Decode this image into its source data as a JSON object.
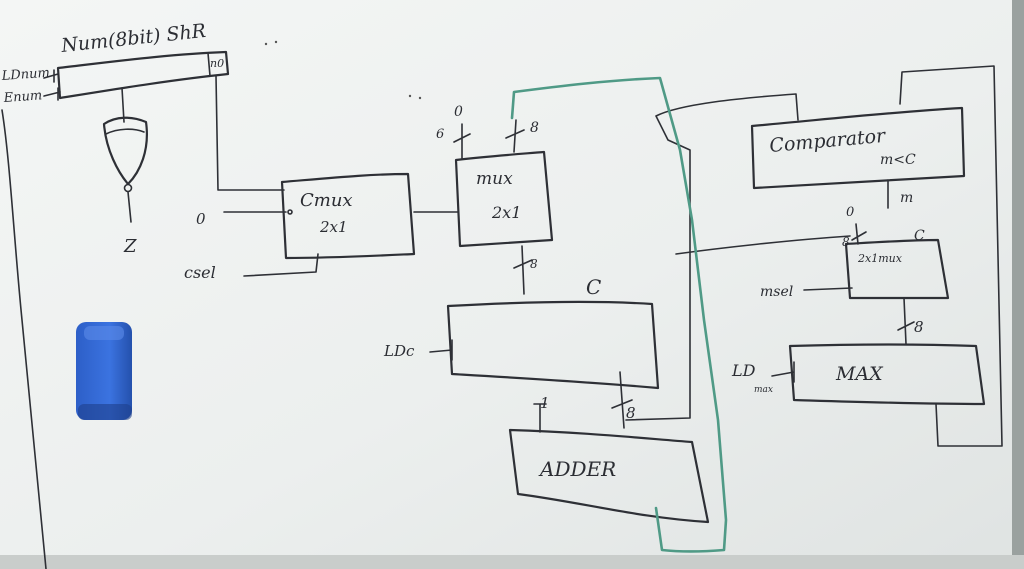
{
  "whiteboard": {
    "register_num_label": "Num(8bit) ShR",
    "register_num_out": "n0",
    "ld_num": "LDnum",
    "e_num": "Enum",
    "zero_output": "Z",
    "cmux_label": "Cmux",
    "cmux_size": "2x1",
    "cmux_const": "0",
    "csel": "csel",
    "mux_label": "mux",
    "mux_size": "2x1",
    "mux_const_top": "0",
    "mux_width_in": "8",
    "mux_width_out": "8",
    "mux_width_small": "6",
    "c_register": "C",
    "ldc": "LDc",
    "adder": "ADDER",
    "adder_in_width_a": "1",
    "adder_in_width_b": "8",
    "comparator": "Comparator",
    "comparator_cond": "m<C",
    "comparator_out": "m",
    "mux2_label": "2x1mux",
    "mux2_const": "0",
    "mux2_width": "8",
    "mux2_c": "C",
    "msel": "msel",
    "max_register": "MAX",
    "ld_max": "LD",
    "ld_max_sub": "max",
    "max_width": "8"
  }
}
